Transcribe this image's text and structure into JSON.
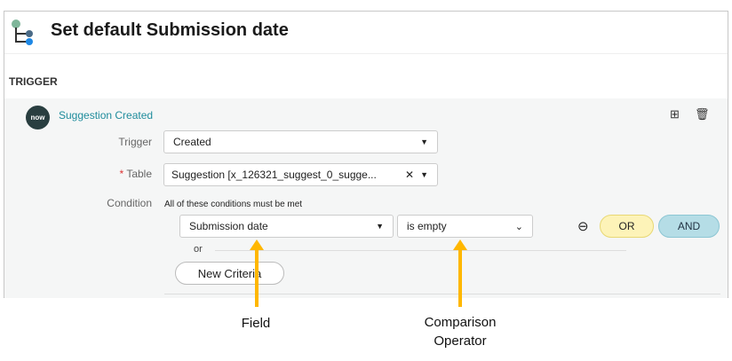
{
  "header": {
    "title": "Set default Submission date",
    "icon": "flow-icon"
  },
  "section": "TRIGGER",
  "trigger_card": {
    "logo_text": "now",
    "name": "Suggestion Created",
    "icons": [
      "add-comment-icon",
      "trash-icon"
    ]
  },
  "fields": {
    "trigger": {
      "label": "Trigger",
      "value": "Created"
    },
    "table": {
      "label": "Table",
      "required_mark": "*",
      "value": "Suggestion [x_126321_suggest_0_sugge..."
    },
    "condition": {
      "label": "Condition",
      "subtitle": "All of these conditions must be met",
      "field": "Submission date",
      "operator": "is empty",
      "or_label": "or",
      "or_button": "OR",
      "and_button": "AND",
      "new_criteria": "New Criteria"
    }
  },
  "annotations": {
    "field": "Field",
    "operator_line1": "Comparison",
    "operator_line2": "Operator"
  },
  "colors": {
    "accent": "#1f8c9c",
    "arrow": "#ffb700",
    "or_bg": "#fdf3b8",
    "and_bg": "#b5dde6"
  }
}
